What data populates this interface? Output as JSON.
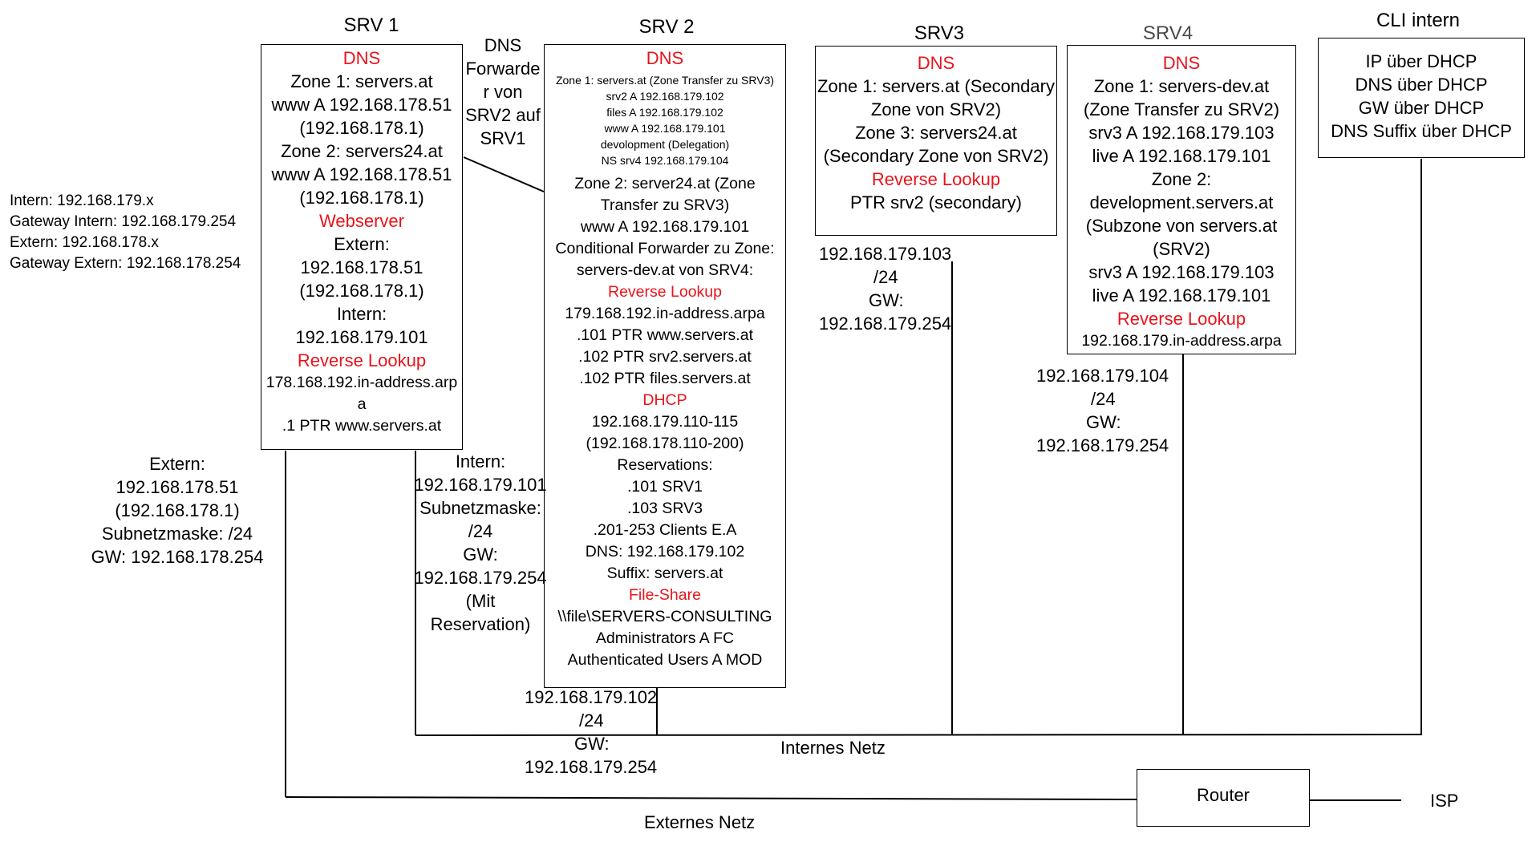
{
  "titles": {
    "srv1": "SRV 1",
    "srv2": "SRV 2",
    "srv3": "SRV3",
    "srv4": "SRV4",
    "cli": "CLI intern"
  },
  "colors": {
    "heading": "#e8141b",
    "srv4_title": "#4a4a4a",
    "line": "#000000"
  },
  "dns_forwarder": [
    "DNS",
    "Forwarde",
    "r von",
    "SRV2 auf",
    "SRV1"
  ],
  "srv1_box": {
    "dns_heading": "DNS",
    "dns_lines": [
      "Zone 1: servers.at",
      "www A 192.168.178.51",
      "(192.168.178.1)",
      "Zone 2: servers24.at",
      "www A 192.168.178.51",
      "(192.168.178.1)"
    ],
    "web_heading": "Webserver",
    "web_lines": [
      "Extern:",
      "192.168.178.51",
      "(192.168.178.1)",
      "Intern:",
      "192.168.179.101"
    ],
    "rl_heading": "Reverse Lookup",
    "rl_lines": [
      "178.168.192.in-address.arp",
      "a",
      ".1 PTR www.servers.at"
    ]
  },
  "srv2_box": {
    "dns_heading": "DNS",
    "zone1_lines": [
      "Zone 1: servers.at (Zone Transfer zu SRV3)",
      "srv2 A 192.168.179.102",
      "files A 192.168.179.102",
      "www A 192.168.179.101",
      "devolopment (Delegation)",
      "NS srv4 192.168.179.104"
    ],
    "zone2_lines": [
      "Zone 2: server24.at (Zone",
      "Transfer zu SRV3)",
      "www A 192.168.179.101",
      "Conditional Forwarder zu Zone:",
      "servers-dev.at von SRV4:"
    ],
    "rl_heading": "Reverse Lookup",
    "rl_lines": [
      "179.168.192.in-address.arpa",
      ".101 PTR www.servers.at",
      ".102 PTR srv2.servers.at",
      ".102 PTR files.servers.at"
    ],
    "dhcp_heading": "DHCP",
    "dhcp_lines": [
      "192.168.179.110-115",
      "(192.168.178.110-200)",
      "Reservations:",
      ".101 SRV1",
      ".103 SRV3",
      ".201-253 Clients E.A",
      "DNS: 192.168.179.102",
      "Suffix: servers.at"
    ],
    "fs_heading": "File-Share",
    "fs_lines": [
      "\\\\file\\SERVERS-CONSULTING",
      "Administrators A FC",
      "Authenticated Users A MOD"
    ]
  },
  "srv3_box": {
    "dns_heading": "DNS",
    "dns_lines": [
      "Zone 1: servers.at (Secondary",
      "Zone von SRV2)",
      "Zone 3: servers24.at",
      "(Secondary Zone von SRV2)"
    ],
    "rl_heading": "Reverse Lookup",
    "rl_lines": [
      "PTR srv2 (secondary)"
    ]
  },
  "srv4_box": {
    "dns_heading": "DNS",
    "dns_lines": [
      "Zone 1: servers-dev.at",
      "(Zone Transfer zu SRV2)",
      "srv3 A 192.168.179.103",
      "live A 192.168.179.101",
      "Zone 2:",
      "development.servers.at",
      "(Subzone von servers.at",
      "(SRV2)",
      "srv3 A 192.168.179.103",
      "live A 192.168.179.101"
    ],
    "rl_heading": "Reverse Lookup",
    "rl_lines": [
      "192.168.179.in-address.arpa"
    ]
  },
  "cli_box": {
    "lines": [
      "IP über DHCP",
      "DNS über DHCP",
      "GW über DHCP",
      "DNS Suffix über DHCP"
    ]
  },
  "legend": [
    "Intern: 192.168.179.x",
    "Gateway Intern: 192.168.179.254",
    "Extern: 192.168.178.x",
    "Gateway Extern: 192.168.178.254"
  ],
  "srv1_extern": [
    "Extern:",
    "192.168.178.51",
    "(192.168.178.1)",
    "Subnetzmaske: /24",
    "GW: 192.168.178.254"
  ],
  "srv1_intern": [
    "Intern:",
    "192.168.179.101",
    "Subnetzmaske:",
    "/24",
    "GW:",
    "192.168.179.254",
    "(Mit",
    "Reservation)"
  ],
  "srv2_ip": [
    "192.168.179.102",
    "/24",
    "GW:",
    "192.168.179.254"
  ],
  "srv3_ip": [
    "192.168.179.103",
    "/24",
    "GW:",
    "192.168.179.254"
  ],
  "srv4_ip": [
    "192.168.179.104",
    "/24",
    "GW:",
    "192.168.179.254"
  ],
  "internes_netz": "Internes Netz",
  "externes_netz": "Externes Netz",
  "router": "Router",
  "isp": "ISP"
}
